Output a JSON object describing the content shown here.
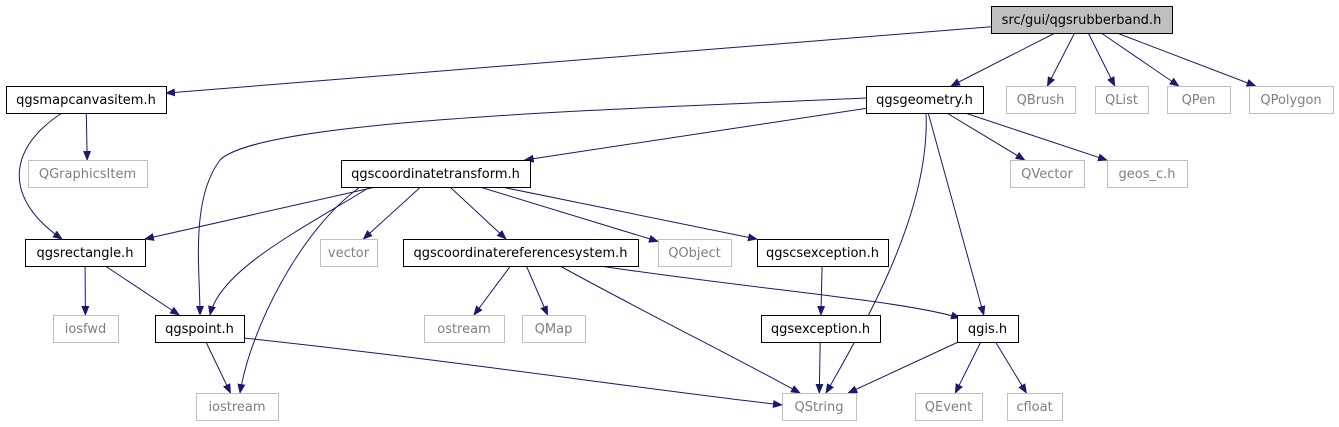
{
  "diagram": {
    "type": "include-dependency-graph",
    "colors": {
      "edge": "#191970",
      "root_fill": "#bfbfbf",
      "documented_border": "#000000",
      "undocumented_border": "#bfbfbf",
      "undocumented_text": "#7f7f7f"
    },
    "nodes": [
      {
        "id": "n0",
        "label": "src/gui/qgsrubberband.h",
        "kind": "root"
      },
      {
        "id": "n1",
        "label": "qgsmapcanvasitem.h",
        "kind": "documented"
      },
      {
        "id": "n2",
        "label": "qgsgeometry.h",
        "kind": "documented"
      },
      {
        "id": "n3",
        "label": "QBrush",
        "kind": "external"
      },
      {
        "id": "n4",
        "label": "QList",
        "kind": "external"
      },
      {
        "id": "n5",
        "label": "QPen",
        "kind": "external"
      },
      {
        "id": "n6",
        "label": "QPolygon",
        "kind": "external"
      },
      {
        "id": "n7",
        "label": "QGraphicsItem",
        "kind": "external"
      },
      {
        "id": "n8",
        "label": "qgscoordinatetransform.h",
        "kind": "documented"
      },
      {
        "id": "n9",
        "label": "QVector",
        "kind": "external"
      },
      {
        "id": "n10",
        "label": "geos_c.h",
        "kind": "external"
      },
      {
        "id": "n11",
        "label": "qgsrectangle.h",
        "kind": "documented"
      },
      {
        "id": "n12",
        "label": "vector",
        "kind": "external"
      },
      {
        "id": "n13",
        "label": "qgscoordinatereferencesystem.h",
        "kind": "documented"
      },
      {
        "id": "n14",
        "label": "QObject",
        "kind": "external"
      },
      {
        "id": "n15",
        "label": "qgscsexception.h",
        "kind": "documented"
      },
      {
        "id": "n16",
        "label": "iosfwd",
        "kind": "external"
      },
      {
        "id": "n17",
        "label": "qgspoint.h",
        "kind": "documented"
      },
      {
        "id": "n18",
        "label": "ostream",
        "kind": "external"
      },
      {
        "id": "n19",
        "label": "QMap",
        "kind": "external"
      },
      {
        "id": "n20",
        "label": "qgsexception.h",
        "kind": "documented"
      },
      {
        "id": "n21",
        "label": "qgis.h",
        "kind": "documented"
      },
      {
        "id": "n22",
        "label": "iostream",
        "kind": "external"
      },
      {
        "id": "n23",
        "label": "QString",
        "kind": "external"
      },
      {
        "id": "n24",
        "label": "QEvent",
        "kind": "external"
      },
      {
        "id": "n25",
        "label": "cfloat",
        "kind": "external"
      }
    ],
    "edges": [
      [
        "n0",
        "n1"
      ],
      [
        "n0",
        "n2"
      ],
      [
        "n0",
        "n3"
      ],
      [
        "n0",
        "n4"
      ],
      [
        "n0",
        "n5"
      ],
      [
        "n0",
        "n6"
      ],
      [
        "n1",
        "n7"
      ],
      [
        "n1",
        "n11"
      ],
      [
        "n2",
        "n8"
      ],
      [
        "n2",
        "n17"
      ],
      [
        "n2",
        "n9"
      ],
      [
        "n2",
        "n10"
      ],
      [
        "n2",
        "n21"
      ],
      [
        "n2",
        "n23"
      ],
      [
        "n8",
        "n11"
      ],
      [
        "n8",
        "n17"
      ],
      [
        "n8",
        "n12"
      ],
      [
        "n8",
        "n13"
      ],
      [
        "n8",
        "n14"
      ],
      [
        "n8",
        "n15"
      ],
      [
        "n8",
        "n22"
      ],
      [
        "n11",
        "n16"
      ],
      [
        "n11",
        "n17"
      ],
      [
        "n13",
        "n18"
      ],
      [
        "n13",
        "n19"
      ],
      [
        "n13",
        "n21"
      ],
      [
        "n13",
        "n23"
      ],
      [
        "n15",
        "n20"
      ],
      [
        "n17",
        "n22"
      ],
      [
        "n17",
        "n23"
      ],
      [
        "n20",
        "n23"
      ],
      [
        "n21",
        "n23"
      ],
      [
        "n21",
        "n24"
      ],
      [
        "n21",
        "n25"
      ]
    ]
  }
}
